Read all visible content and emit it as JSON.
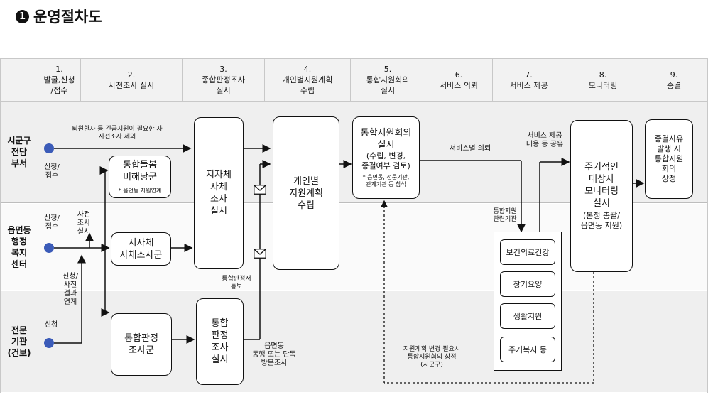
{
  "title": {
    "number": "1",
    "text": "운영절차도"
  },
  "columns": [
    {
      "num": "1.",
      "label": "발굴,신청\n/접수"
    },
    {
      "num": "2.",
      "label": "사전조사 실시"
    },
    {
      "num": "3.",
      "label": "종합판정조사\n실시"
    },
    {
      "num": "4.",
      "label": "개인별지원계획\n수립"
    },
    {
      "num": "5.",
      "label": "통합지원회의\n실시"
    },
    {
      "num": "6.",
      "label": "서비스 의뢰"
    },
    {
      "num": "7.",
      "label": "서비스 제공"
    },
    {
      "num": "8.",
      "label": "모니터링"
    },
    {
      "num": "9.",
      "label": "종결"
    }
  ],
  "lanes": {
    "city": "시군구\n전담\n부서",
    "town": "읍면동\n행정\n복지\n센터",
    "expert": "전문\n기관\n(건보)"
  },
  "boxes": {
    "integrated_care": "통합돌봄\n비해당군",
    "integrated_care_note": "* 읍면동 자원연계",
    "local_survey": "지자체\n자체조사군",
    "judgment_group": "통합판정\n조사군",
    "local_full": "지자체\n자체\n조사\n실시",
    "judgment_survey": "통합\n판정\n조사\n실시",
    "plan": "개인별\n지원계획\n수립",
    "meeting": "통합지원회의\n실시",
    "meeting_sub": "(수립, 변경,\n종결여부 검토)",
    "meeting_note": "* 읍면동, 전문기관,\n관계기관 등 참석",
    "monitoring": "주기적인\n대상자\n모니터링\n실시",
    "monitoring_sub": "(본청 총괄/\n읍면동 지원)",
    "termination": "종결사유\n발생 시\n통합지원\n회의\n상정"
  },
  "services": [
    "보건의료건강",
    "장기요양",
    "생활지원",
    "주거복지 등"
  ],
  "labels": {
    "emergency": "퇴원환자 등 긴급지원이 필요한 자\n사전조사 제외",
    "apply_city": "신청/\n접수",
    "apply_town": "신청/\n접수",
    "pre_survey": "사전\n조사\n실시",
    "apply_result": "신청/\n사전\n결과\n연계",
    "apply_expert": "신청",
    "judgment_notice": "통합판정서\n통보",
    "visit": "읍면동\n동행 또는 단독\n방문조사",
    "service_request": "서비스별 의뢰",
    "service_share": "서비스 제공\n내용 등 공유",
    "related_org": "통합지원\n관련기관",
    "plan_change": "지원계획 변경 필요시\n통합지원회의 상정\n(시군구)"
  },
  "colors": {
    "dot": "#3b5bb8",
    "lane_dark": "#efefef",
    "lane_light": "#fafafa"
  }
}
